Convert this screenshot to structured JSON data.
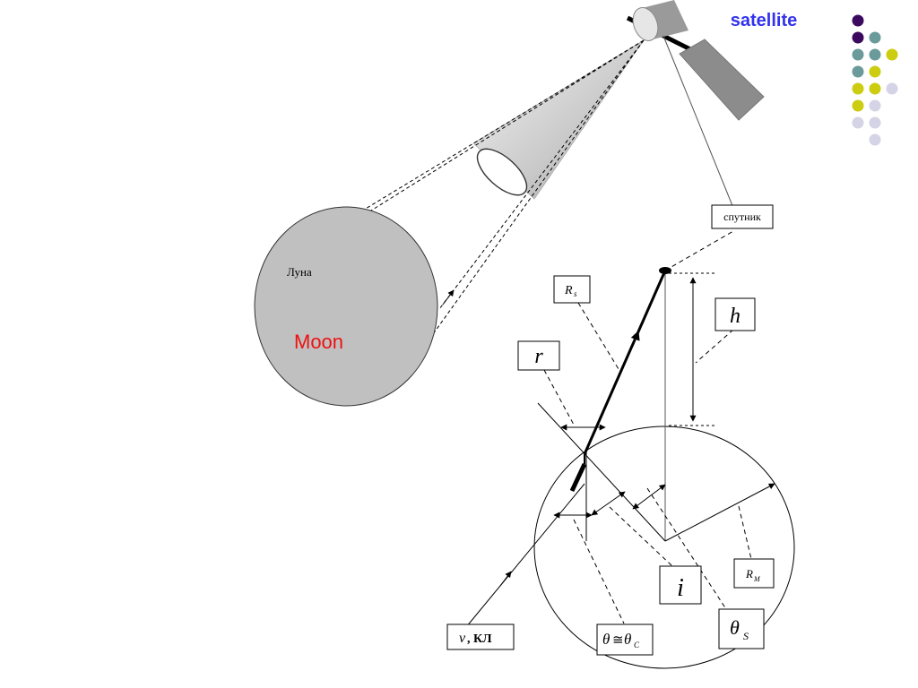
{
  "header": {
    "title": "satellite",
    "title_color": "#3333ee"
  },
  "decor": {
    "dots": [
      {
        "color": "#3b0a5e"
      },
      {
        "color": "#3b0a5e"
      },
      {
        "color": "#6a9a9a"
      },
      {
        "color": "#6a9a9a"
      },
      {
        "color": "#6a9a9a"
      },
      {
        "color": "#cccc10"
      },
      {
        "color": "#6a9a9a"
      },
      {
        "color": "#cccc10"
      },
      {
        "color": "#cccc10"
      },
      {
        "color": "#cccc10"
      },
      {
        "color": "#d4d4e6"
      },
      {
        "color": "#cccc10"
      },
      {
        "color": "#d4d4e6"
      },
      {
        "color": "#d4d4e6"
      },
      {
        "color": "#d4d4e6"
      },
      {
        "color": "#d4d4e6"
      }
    ]
  },
  "moon": {
    "label_ru": "Луна",
    "label_en": "Moon",
    "label_en_color": "#ee1111",
    "fill": "#c0c0c0"
  },
  "labels": {
    "sputnik": "спутник",
    "Rs": "R",
    "Rs_sub": "s",
    "h": "h",
    "r": "r",
    "i": "i",
    "RM": "R",
    "RM_sub": "M",
    "theta_s": "θ",
    "theta_s_sub": "S",
    "theta_c_left": "θ",
    "theta_c_mid": "≅",
    "theta_c_right": "θ",
    "theta_c_sub": "C",
    "nu": "ν",
    "nu_rest": ", КЛ"
  }
}
